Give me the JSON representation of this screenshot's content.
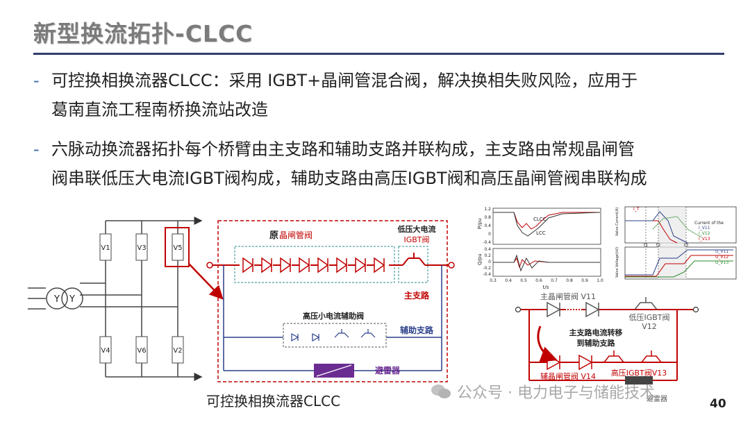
{
  "title": "新型换流拓扑-CLCC",
  "bullets": [
    {
      "dash": "-",
      "line1": "可控换相换流器CLCC：采用 IGBT+晶闸管混合阀，解决换相失败风险，应用于",
      "line2": "葛南直流工程南桥换流站改造"
    },
    {
      "dash": "-",
      "line1": "六脉动换流器拓扑每个桥臂由主支路和辅助支路并联构成，主支路由常规晶闸管",
      "line2": "阀串联低压大电流IGBT阀构成，辅助支路由高压IGBT阀和高压晶闸管阀串联构成"
    }
  ],
  "bridge": {
    "valves": [
      "V1",
      "V3",
      "V5",
      "V4",
      "V6",
      "V2"
    ],
    "transformer": [
      "Y",
      "Y"
    ]
  },
  "detail": {
    "label_prefix": "原",
    "label_red": "晶闸管阀",
    "lv_label1": "低压大电流",
    "lv_label2": "IGBT阀",
    "main_branch": "主支路",
    "aux_valve_label": "高压小电流辅助阀",
    "aux_branch": "辅助支路",
    "arrester": "避雷器"
  },
  "plots": {
    "top_yticks": [
      "1.2",
      "0.8",
      "0.4",
      "0",
      "-0.4"
    ],
    "bot_yticks": [
      "0.4",
      "0.2",
      "0",
      "-0.2",
      "-0.4"
    ],
    "xticks": [
      "0.3",
      "0.4",
      "0.5",
      "0.6",
      "0.7",
      "0.8",
      "0.9",
      "1.0"
    ],
    "xlabel": "t/s",
    "top_ylabel": "P/pu",
    "bot_ylabel": "Q/pu",
    "clcc": "CLCC",
    "lcc": "LCC"
  },
  "waveform": {
    "ylabel_top": "Valve Current(A)",
    "ylabel_bot": "Valve Voltage(kV)",
    "legend": "Current of the",
    "labels": [
      "I_T",
      "I_V11",
      "I_V12",
      "I_V13",
      "t1",
      "t2",
      "t3",
      "U_V11",
      "U_V12",
      "U_V13"
    ]
  },
  "circuit2": {
    "main_thy": "主晶闸管阀 V11",
    "lv_igbt1": "低压IGBT阀",
    "lv_igbt2": "V12",
    "transfer1": "主支路电流转移",
    "transfer2": "到辅助支路",
    "aux_thy": "辅晶闸管阀 V14",
    "hv_igbt": "高压IGBT阀V13",
    "arrester": "避雷器"
  },
  "caption": "可控换相换流器CLCC",
  "watermark": "公众号 · 电力电子与储能技术",
  "page_number": "40",
  "colors": {
    "accent_blue": "#2f3d6b",
    "red": "#c00000",
    "purple": "#6a2c91",
    "teal": "#2a8a8a"
  }
}
